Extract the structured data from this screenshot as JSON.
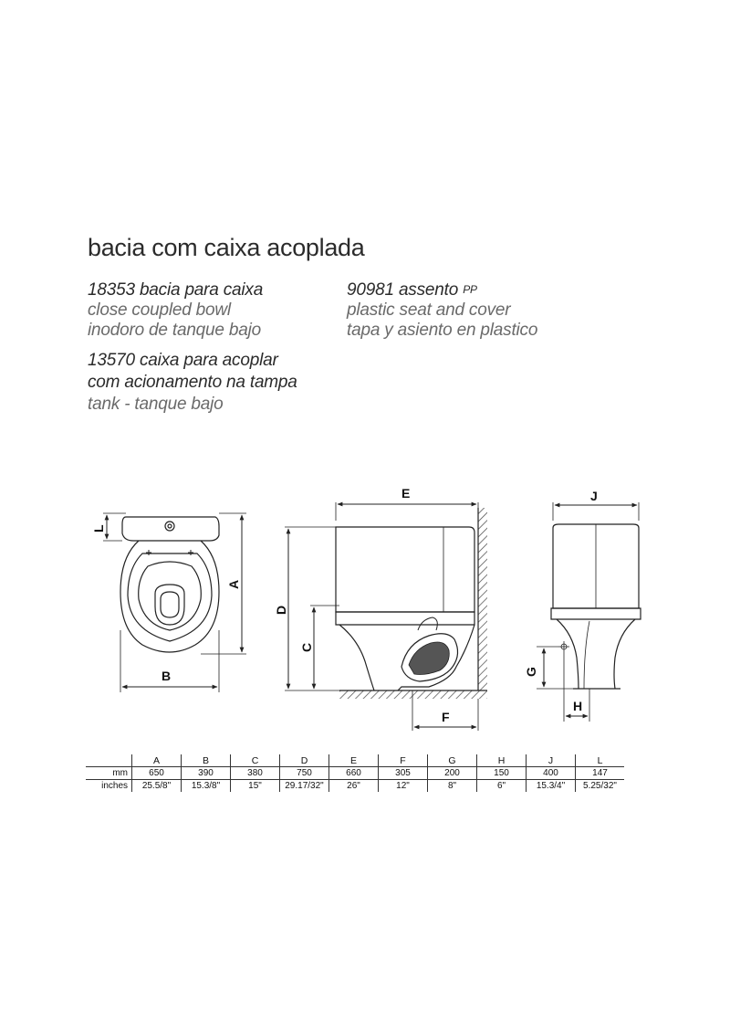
{
  "title": "bacia com caixa acoplada",
  "products": {
    "bowl": {
      "code": "18353",
      "name": "bacia para caixa",
      "en": "close coupled bowl",
      "es": "inodoro de tanque bajo"
    },
    "seat": {
      "code": "90981",
      "name": "assento",
      "material": "PP",
      "en": "plastic seat and cover",
      "es": "tapa y asiento en plastico"
    },
    "tank": {
      "code": "13570",
      "name": "caixa para acoplar",
      "name2": "com acionamento na tampa",
      "en_es": "tank - tanque bajo"
    }
  },
  "diagram_labels": {
    "A": "A",
    "B": "B",
    "C": "C",
    "D": "D",
    "E": "E",
    "F": "F",
    "G": "G",
    "H": "H",
    "J": "J",
    "L": "L"
  },
  "dimensions_table": {
    "headers": [
      "A",
      "B",
      "C",
      "D",
      "E",
      "F",
      "G",
      "H",
      "J",
      "L"
    ],
    "rows": [
      {
        "label": "mm",
        "values": [
          "650",
          "390",
          "380",
          "750",
          "660",
          "305",
          "200",
          "150",
          "400",
          "147"
        ]
      },
      {
        "label": "inches",
        "values": [
          "25.5/8\"",
          "15.3/8\"",
          "15\"",
          "29.17/32\"",
          "26\"",
          "12\"",
          "8\"",
          "6\"",
          "15.3/4\"",
          "5.25/32\""
        ]
      }
    ]
  }
}
